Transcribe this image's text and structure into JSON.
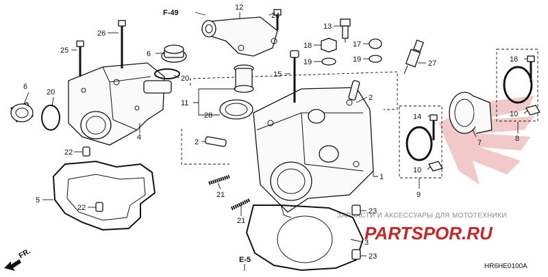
{
  "diagram": {
    "code": "HR6HE0100A",
    "refs": {
      "f49": "F-49",
      "e5": "E-5",
      "front": "FR."
    },
    "callouts": {
      "p1": "1",
      "p2a": "2",
      "p2b": "2",
      "p3": "3",
      "p4": "4",
      "p5": "5",
      "p6a": "6",
      "p6b": "6",
      "p7": "7",
      "p8": "8",
      "p9": "9",
      "p10a": "10",
      "p10b": "10",
      "p11": "11",
      "p12": "12",
      "p13": "13",
      "p14": "14",
      "p15": "15",
      "p16": "16",
      "p17": "17",
      "p18": "18",
      "p19a": "19",
      "p19b": "19",
      "p20a": "20",
      "p20b": "20",
      "p21a": "21",
      "p21b": "21",
      "p22a": "22",
      "p22b": "22",
      "p23a": "23",
      "p23b": "23",
      "p24": "24",
      "p25": "25",
      "p26": "26",
      "p27": "27",
      "p28": "28"
    }
  },
  "watermark": {
    "tagline": "ЗАПЧАСТИ И АКСЕССУАРЫ ДЛЯ МОТОТЕХНИКИ",
    "brand": "PARTSPOR.RU"
  }
}
